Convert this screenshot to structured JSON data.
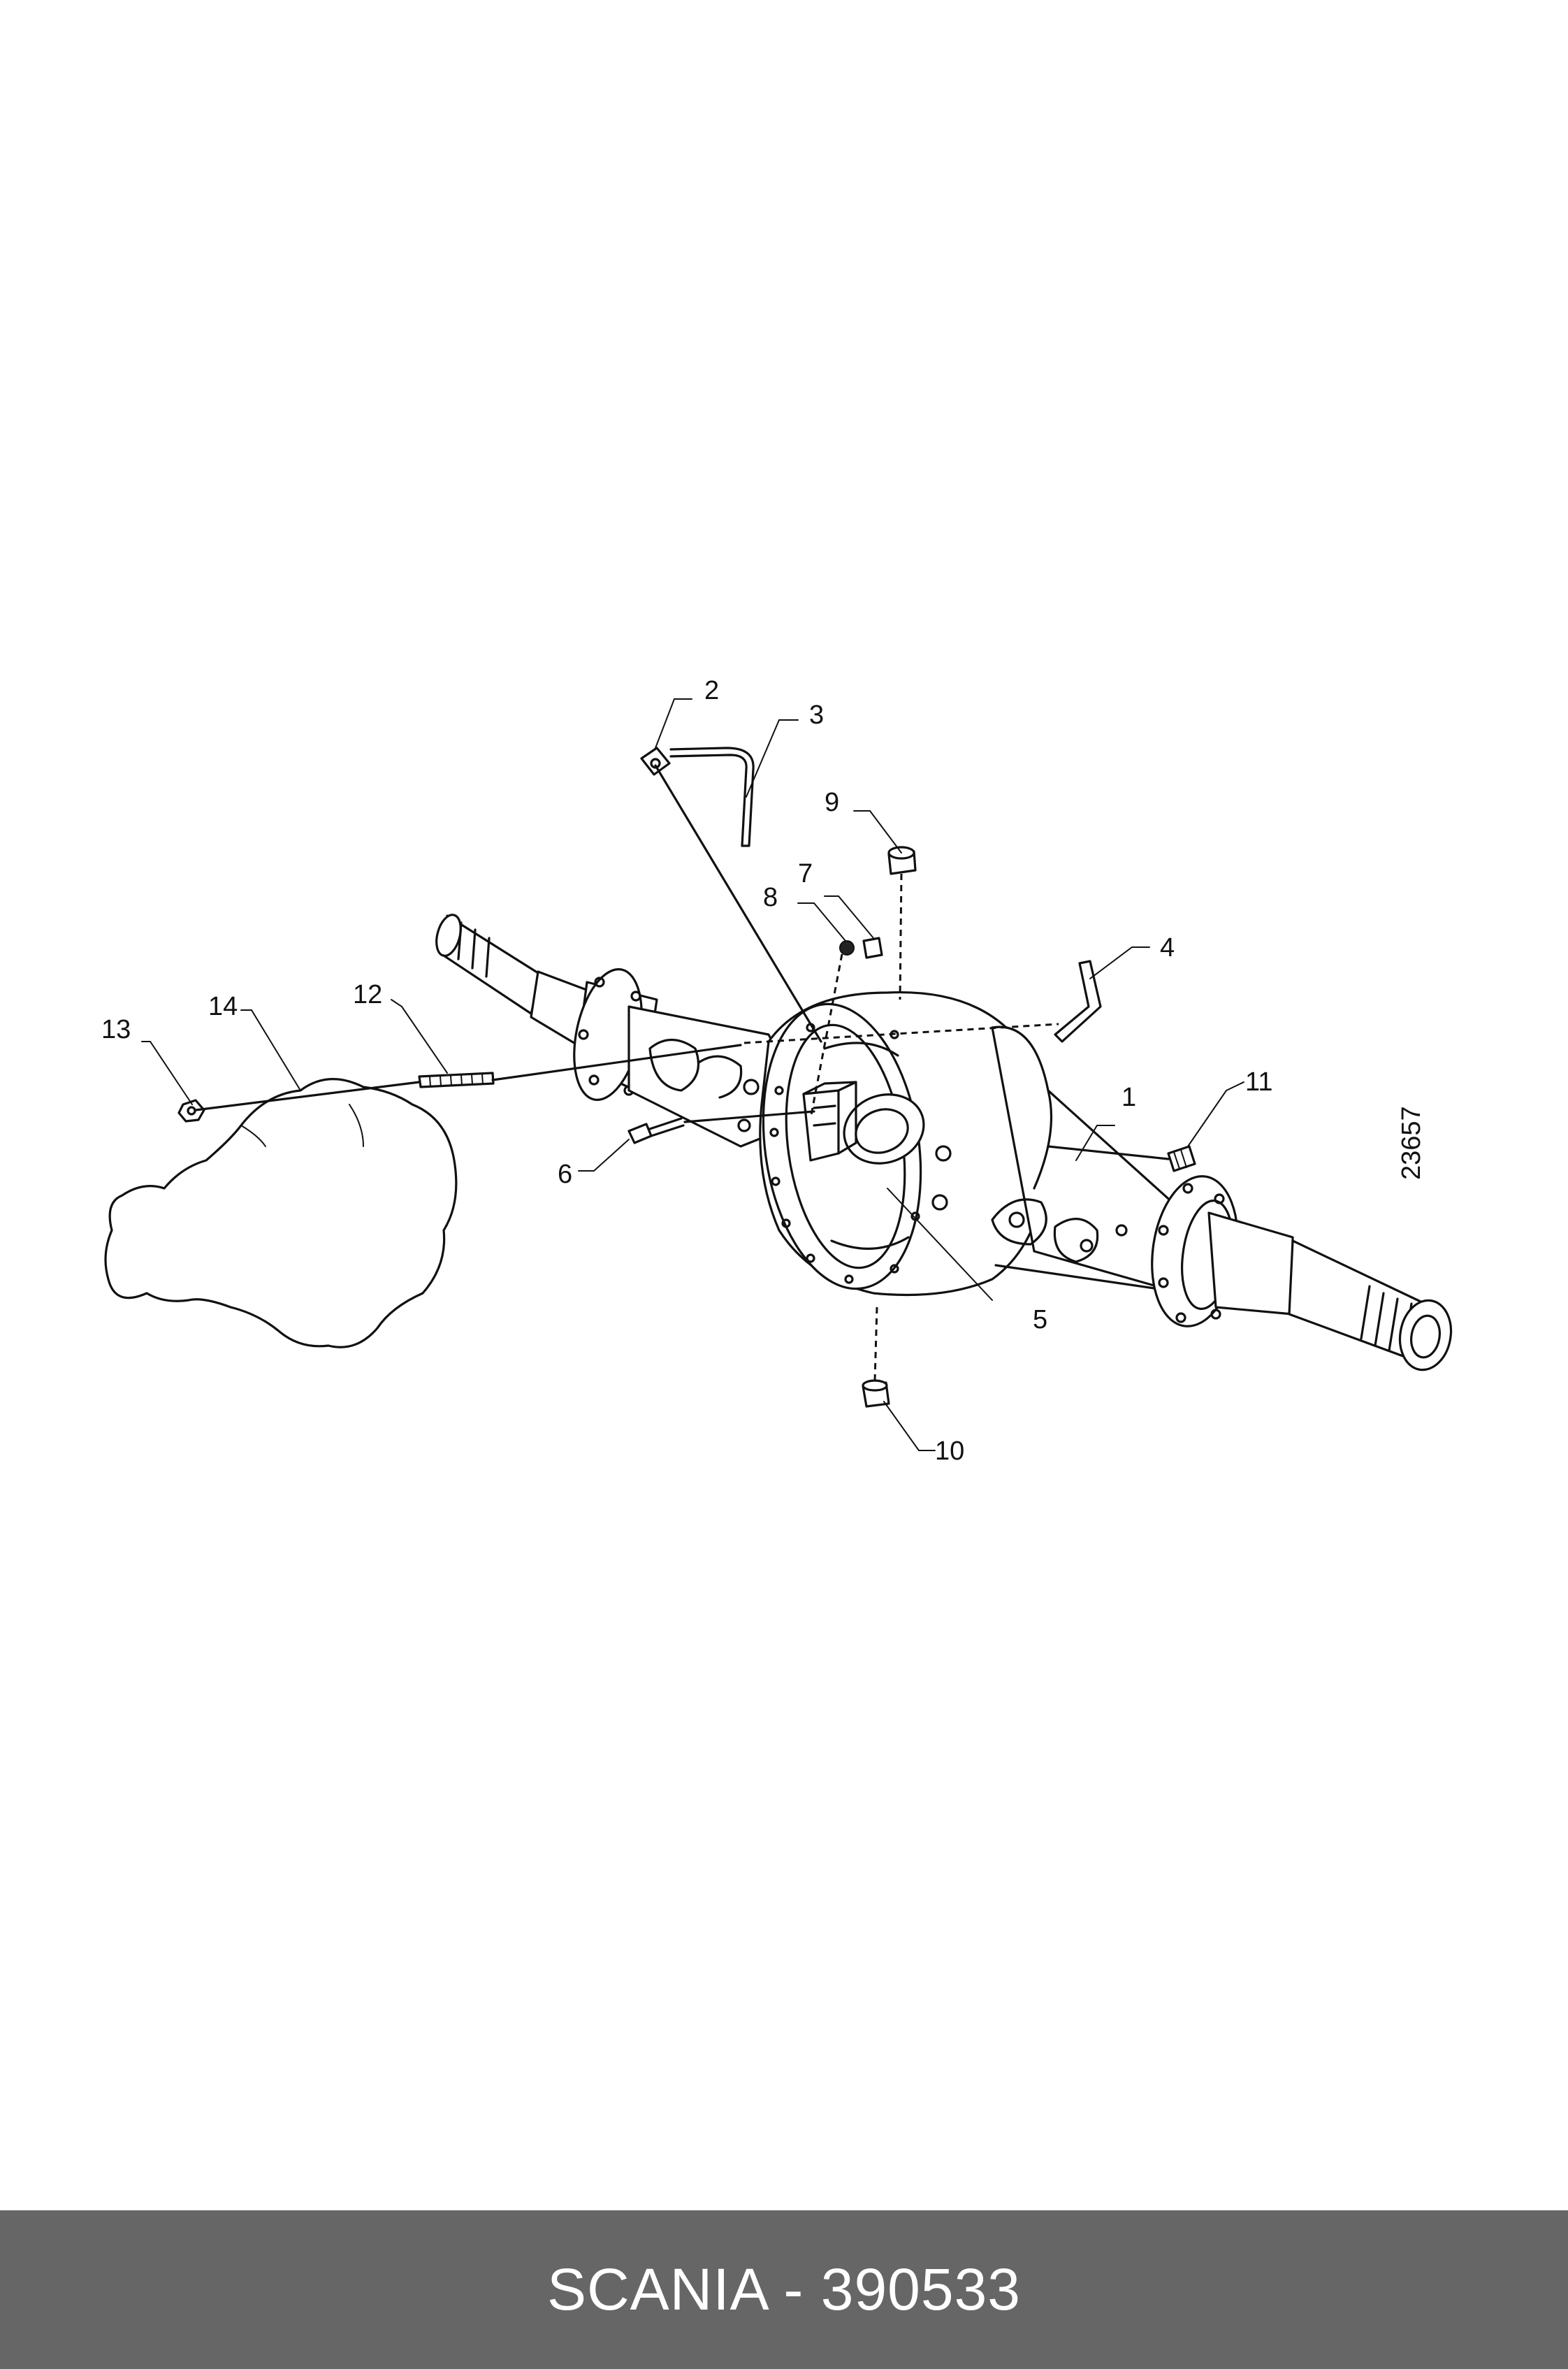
{
  "drawing": {
    "reference_number": "23657",
    "callouts": [
      "1",
      "2",
      "3",
      "4",
      "5",
      "6",
      "7",
      "8",
      "9",
      "10",
      "11",
      "12",
      "13",
      "14"
    ]
  },
  "footer": {
    "caption": "SCANIA - 390533",
    "background": "#666666",
    "text_color": "#ffffff"
  }
}
